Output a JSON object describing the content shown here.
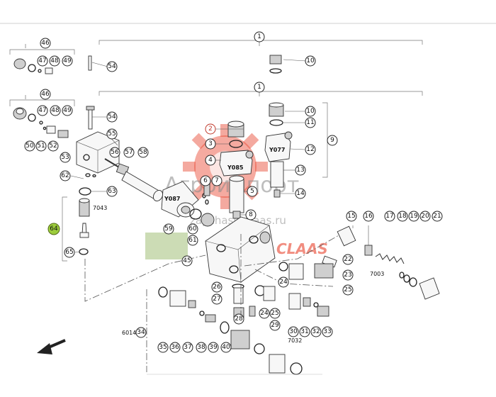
{
  "diagram": {
    "callouts_top": [
      "1",
      "46",
      "47",
      "48",
      "49",
      "54",
      "10"
    ],
    "callouts": {
      "c1": "1",
      "c2": "2",
      "c3": "3",
      "c4": "4",
      "c5": "5",
      "c6": "6",
      "c7": "7",
      "c8": "8",
      "c9": "9",
      "c10": "10",
      "c11": "11",
      "c12": "12",
      "c13": "13",
      "c14": "14",
      "c15": "15",
      "c16": "16",
      "c17": "17",
      "c18": "18",
      "c19": "19",
      "c20": "20",
      "c21": "21",
      "c22": "22",
      "c23": "23",
      "c24": "24",
      "c24b": "24",
      "c25": "25",
      "c25b": "25",
      "c26": "26",
      "c27": "27",
      "c28": "28",
      "c29": "29",
      "c30": "30",
      "c31": "31",
      "c32": "32",
      "c33": "33",
      "c34": "34",
      "c35": "35",
      "c36": "36",
      "c37": "37",
      "c38": "38",
      "c39": "39",
      "c40": "40",
      "c45": "45",
      "c46": "46",
      "c47": "47",
      "c48": "48",
      "c49": "49",
      "c50": "50",
      "c51": "51",
      "c52": "52",
      "c53": "53",
      "c54": "54",
      "c55": "55",
      "c56": "56",
      "c57": "57",
      "c58": "58",
      "c59": "59",
      "c60": "60",
      "c61": "61",
      "c62": "62",
      "c63": "63",
      "c64": "64",
      "c65": "65"
    },
    "codes": {
      "y085": "Y085",
      "y077": "Y077",
      "y087": "Y087",
      "k7043": "7043",
      "k7003": "7003",
      "k7032": "7032",
      "k6014": "6014"
    },
    "watermark": {
      "brand": "Агроимпорт",
      "site": "zapchasti-claas.ru",
      "logo_text": "CLAAS"
    },
    "colors": {
      "highlight": "#9ccc3c",
      "watermark_red": "#e8432c",
      "watermark_green": "#6e9a2c"
    }
  }
}
